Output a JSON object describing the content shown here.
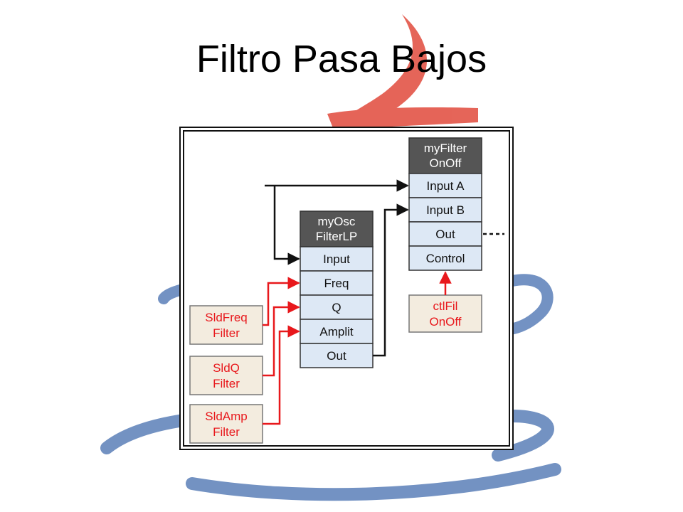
{
  "title": "Filtro Pasa Bajos",
  "colors": {
    "module_header": "#555555",
    "port_fill": "#dde8f5",
    "control_fill": "#f3ecdf",
    "red": "#e8181c",
    "black": "#111111",
    "logo_red": "#e14a3c",
    "logo_blue": "#5b7fb8"
  },
  "modules": {
    "filter": {
      "header": [
        "myFilter",
        "OnOff"
      ],
      "ports": [
        "Input A",
        "Input B",
        "Out",
        "Control"
      ]
    },
    "osc": {
      "header": [
        "myOsc",
        "FilterLP"
      ],
      "ports": [
        "Input",
        "Freq",
        "Q",
        "Amplit",
        "Out"
      ]
    }
  },
  "controls": {
    "sldfreq": [
      "SldFreq",
      "Filter"
    ],
    "sldq": [
      "SldQ",
      "Filter"
    ],
    "sldamp": [
      "SldAmp",
      "Filter"
    ],
    "ctlfil": [
      "ctlFil",
      "OnOff"
    ]
  }
}
